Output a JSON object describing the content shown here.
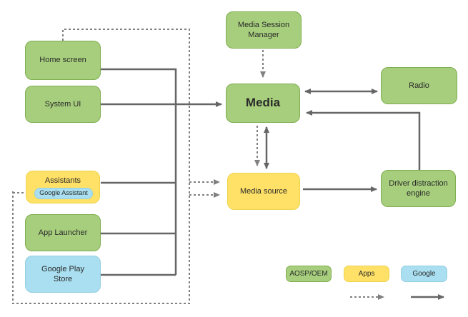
{
  "colors": {
    "aosp_oem_green": "#A6CE7D",
    "apps_yellow": "#FFE167",
    "google_blue": "#A9DFF0",
    "arrow_solid": "#666666",
    "arrow_dashed": "#808080"
  },
  "nodes": {
    "home_screen": {
      "label": "Home screen",
      "category": "AOSP/OEM"
    },
    "system_ui": {
      "label": "System UI",
      "category": "AOSP/OEM"
    },
    "assistants": {
      "label": "Assistants",
      "category": "Apps"
    },
    "google_assistant": {
      "label": "Google Assistant",
      "category": "Google"
    },
    "app_launcher": {
      "label": "App Launcher",
      "category": "AOSP/OEM"
    },
    "google_play_store": {
      "label": "Google Play Store",
      "category": "Google"
    },
    "media_session_manager": {
      "label": "Media Session Manager",
      "category": "AOSP/OEM"
    },
    "media": {
      "label": "Media",
      "category": "AOSP/OEM"
    },
    "radio": {
      "label": "Radio",
      "category": "AOSP/OEM"
    },
    "media_source": {
      "label": "Media source",
      "category": "Apps"
    },
    "driver_distraction_engine": {
      "label": "Driver distraction engine",
      "category": "AOSP/OEM"
    }
  },
  "edges": [
    {
      "from": "home_screen",
      "to": "media",
      "style": "solid"
    },
    {
      "from": "system_ui",
      "to": "media",
      "style": "solid"
    },
    {
      "from": "assistants",
      "to": "media",
      "style": "solid"
    },
    {
      "from": "app_launcher",
      "to": "media",
      "style": "solid"
    },
    {
      "from": "google_play_store",
      "to": "media",
      "style": "solid"
    },
    {
      "from": "media_session_manager",
      "to": "media",
      "style": "dashed"
    },
    {
      "from": "media",
      "to": "radio",
      "style": "solid",
      "bidirectional": true
    },
    {
      "from": "driver_distraction_engine",
      "to": "media",
      "style": "solid"
    },
    {
      "from": "media",
      "to": "media_source",
      "style": "solid",
      "bidirectional": true
    },
    {
      "from": "media",
      "to": "media_source",
      "style": "dashed"
    },
    {
      "from": "app_group",
      "to": "media_source",
      "style": "dashed"
    },
    {
      "from": "app_group",
      "to": "media_source",
      "style": "dashed"
    },
    {
      "from": "media_source",
      "to": "driver_distraction_engine",
      "style": "solid"
    }
  ],
  "legend": {
    "items": [
      {
        "label": "AOSP/OEM",
        "color_key": "aosp_oem_green"
      },
      {
        "label": "Apps",
        "color_key": "apps_yellow"
      },
      {
        "label": "Google",
        "color_key": "google_blue"
      }
    ]
  }
}
